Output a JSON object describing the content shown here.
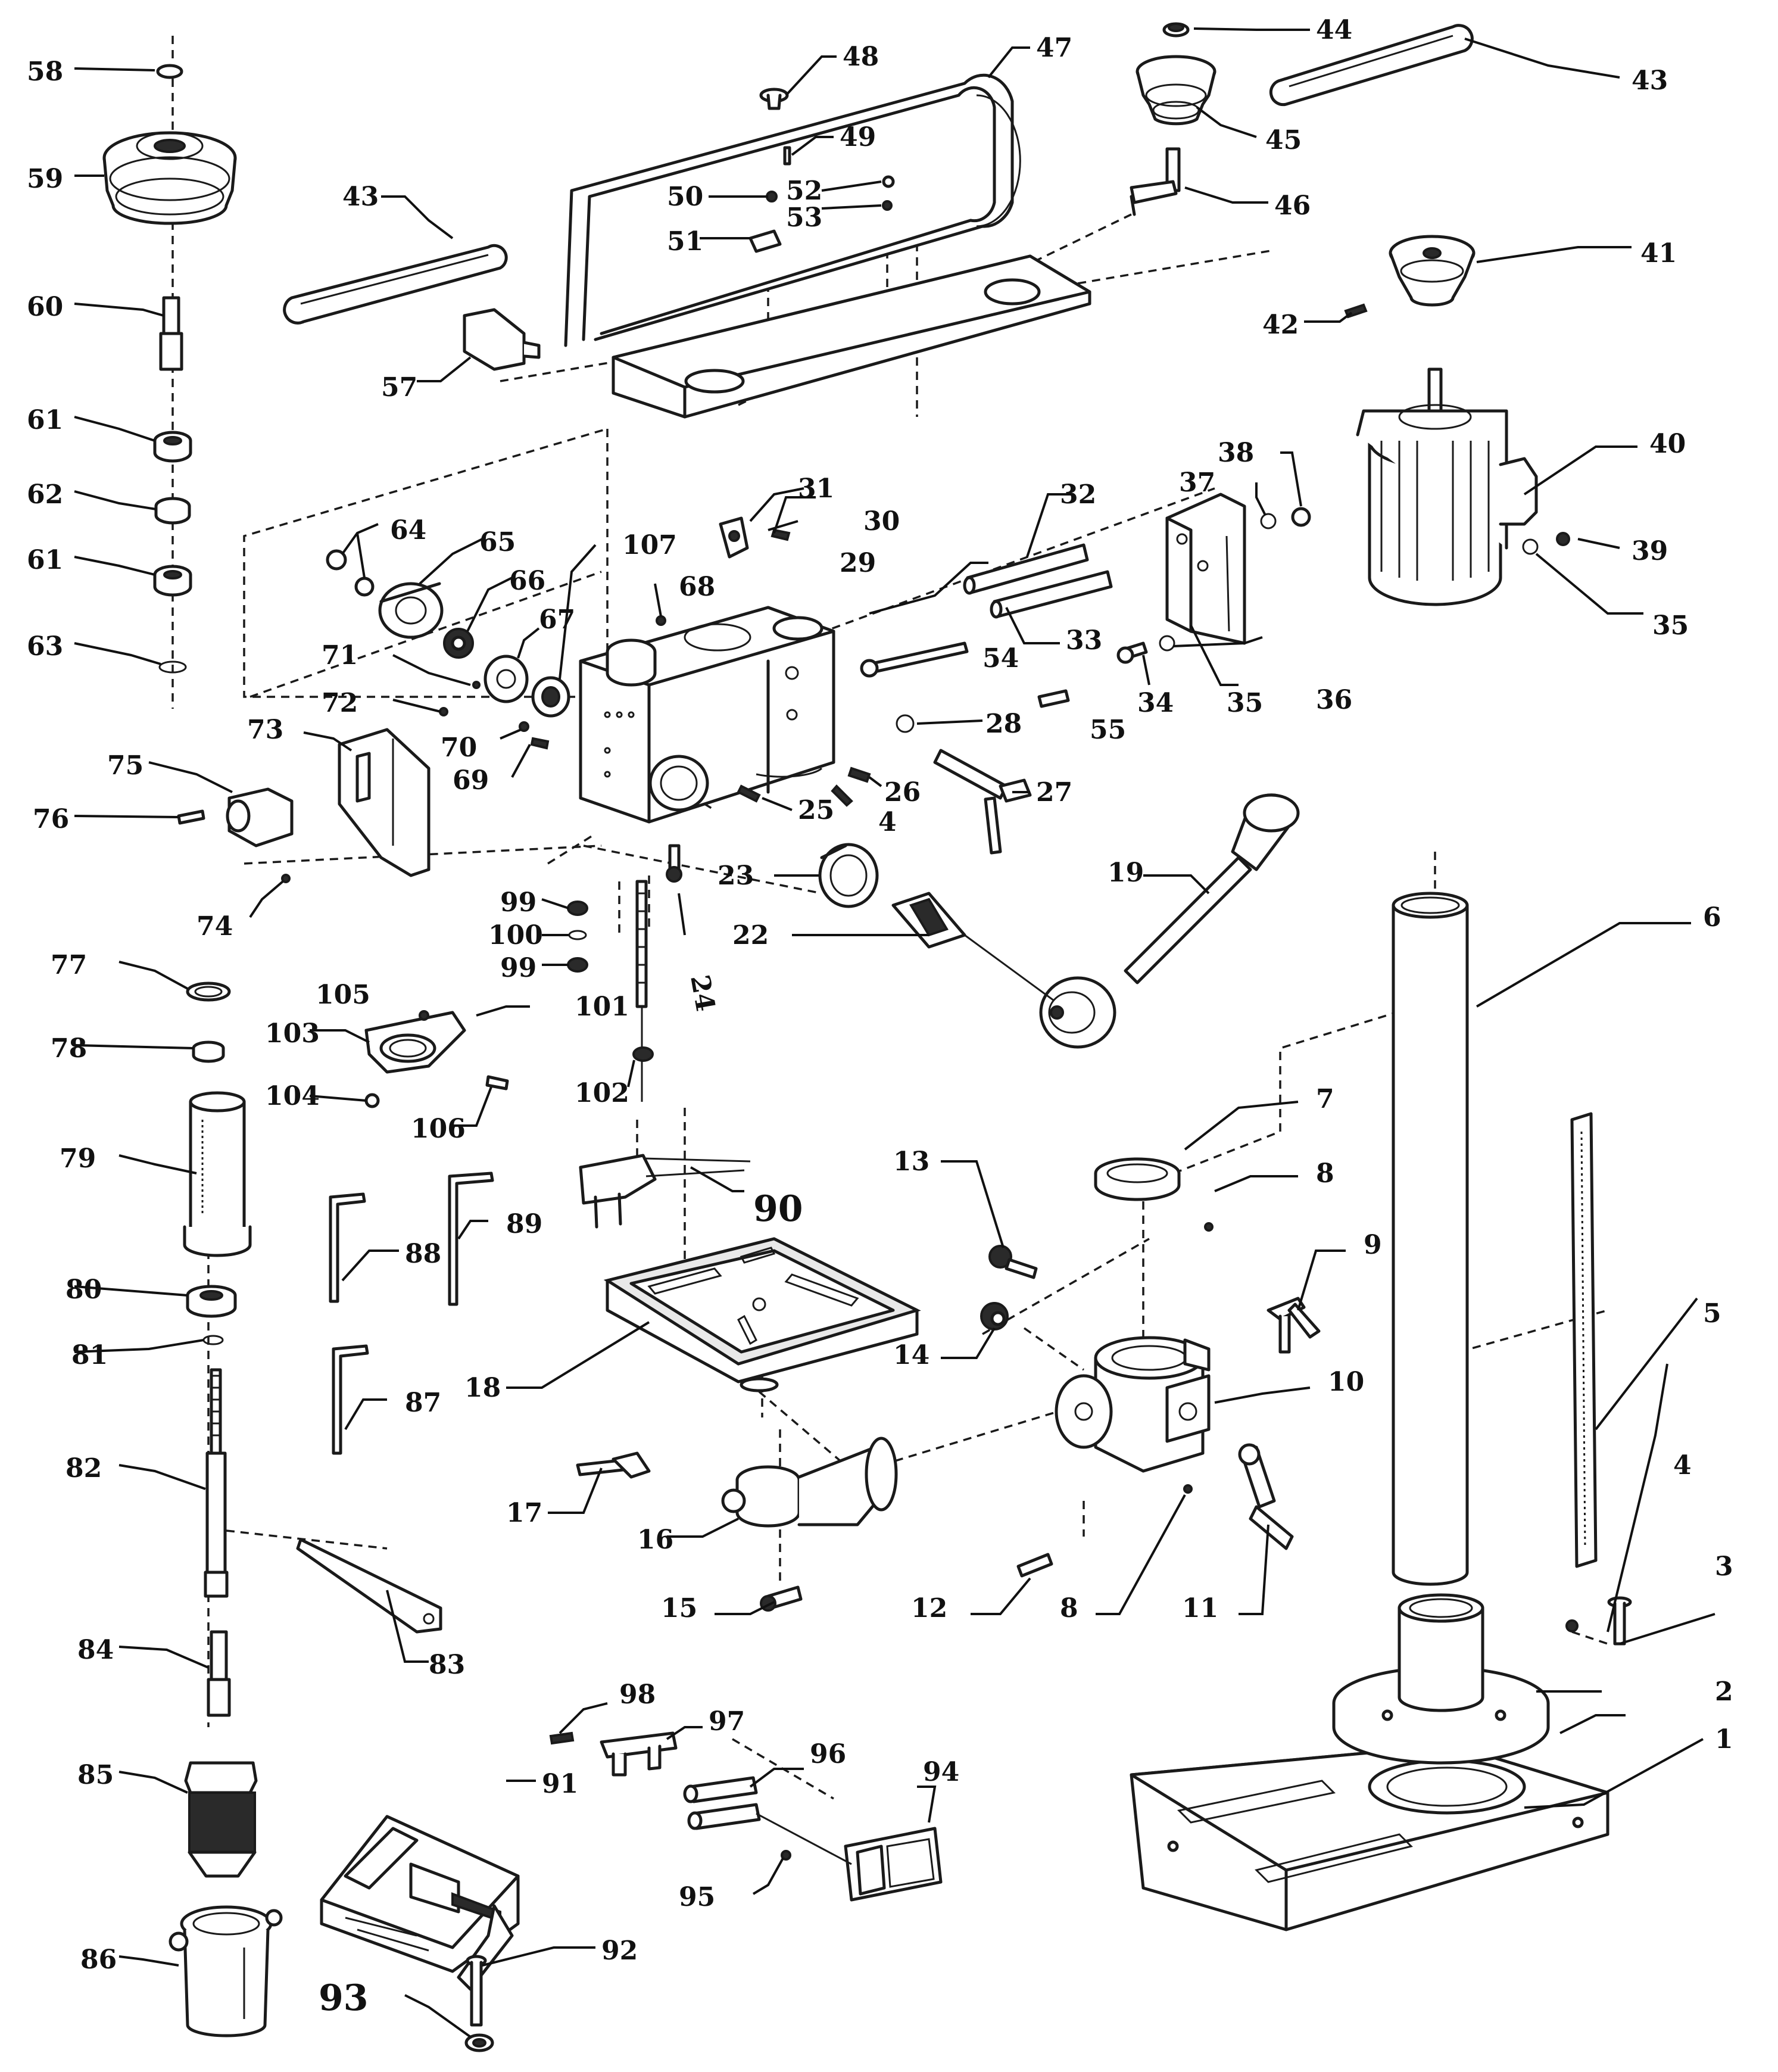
{
  "callouts": {
    "c1": "1",
    "c2": "2",
    "c3": "3",
    "c4a": "4",
    "c4b": "4",
    "c5": "5",
    "c6": "6",
    "c7": "7",
    "c8a": "8",
    "c8b": "8",
    "c9": "9",
    "c10": "10",
    "c11": "11",
    "c12": "12",
    "c13": "13",
    "c14": "14",
    "c15": "15",
    "c16": "16",
    "c17": "17",
    "c18": "18",
    "c19": "19",
    "c22": "22",
    "c23": "23",
    "c24": "24",
    "c25": "25",
    "c26": "26",
    "c27": "27",
    "c28": "28",
    "c29": "29",
    "c30": "30",
    "c31": "31",
    "c32": "32",
    "c33": "33",
    "c34": "34",
    "c35a": "35",
    "c35b": "35",
    "c36": "36",
    "c37": "37",
    "c38": "38",
    "c39": "39",
    "c40": "40",
    "c41": "41",
    "c42": "42",
    "c43a": "43",
    "c43b": "43",
    "c44": "44",
    "c45": "45",
    "c46": "46",
    "c47": "47",
    "c48": "48",
    "c49": "49",
    "c50": "50",
    "c51": "51",
    "c52": "52",
    "c53": "53",
    "c54": "54",
    "c55": "55",
    "c57": "57",
    "c58": "58",
    "c59": "59",
    "c60": "60",
    "c61a": "61",
    "c61b": "61",
    "c62": "62",
    "c63": "63",
    "c64": "64",
    "c65": "65",
    "c66": "66",
    "c67": "67",
    "c68": "68",
    "c69": "69",
    "c70": "70",
    "c71": "71",
    "c72": "72",
    "c73": "73",
    "c74": "74",
    "c75": "75",
    "c76": "76",
    "c77": "77",
    "c78": "78",
    "c79": "79",
    "c80": "80",
    "c81": "81",
    "c82": "82",
    "c83": "83",
    "c84": "84",
    "c85": "85",
    "c86": "86",
    "c87": "87",
    "c88": "88",
    "c89": "89",
    "c90": "90",
    "c91": "91",
    "c92": "92",
    "c93": "93",
    "c94": "94",
    "c95": "95",
    "c96": "96",
    "c97": "97",
    "c98": "98",
    "c99a": "99",
    "c99b": "99",
    "c100": "100",
    "c101": "101",
    "c102": "102",
    "c103": "103",
    "c104": "104",
    "c105": "105",
    "c106": "106",
    "c107": "107"
  }
}
